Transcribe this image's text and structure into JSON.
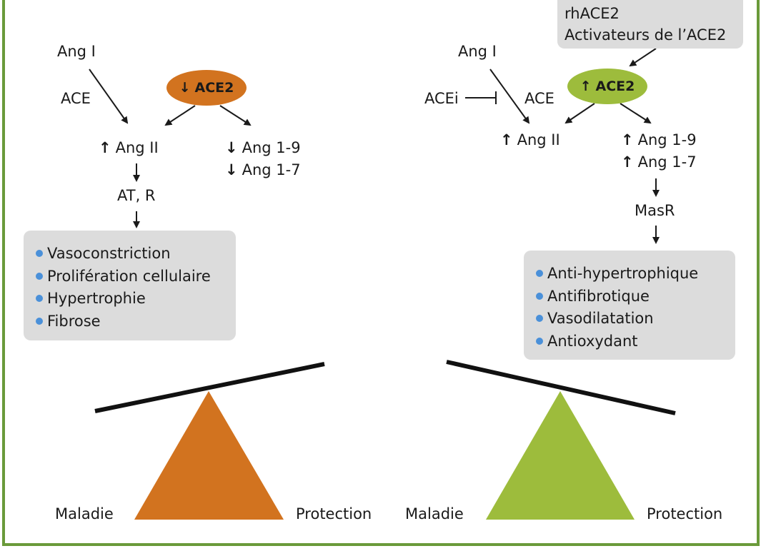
{
  "colors": {
    "frame": "#6a9a3a",
    "orange": "#d2731f",
    "green": "#9dbc3c",
    "box_bg": "#dcdcdc",
    "bullet": "#4a90d9"
  },
  "icons": {
    "up": "↑",
    "down": "↓"
  },
  "left": {
    "ang1": "Ang I",
    "ace": "ACE",
    "ace2": "ACE2",
    "ang2": "Ang II",
    "ang19": "Ang 1-9",
    "ang17": "Ang 1-7",
    "atr": "AT, R",
    "effects": [
      "Vasoconstriction",
      "Prolifération cellulaire",
      "Hypertrophie",
      "Fibrose"
    ],
    "balance": {
      "left_label": "Maladie",
      "right_label": "Protection"
    }
  },
  "right": {
    "top_box": [
      "rhACE2",
      "Activateurs de l’ACE2"
    ],
    "ang1": "Ang I",
    "acei": "ACEi",
    "ace": "ACE",
    "ace2": "ACE2",
    "ang2": "Ang II",
    "ang19": "Ang 1-9",
    "ang17": "Ang 1-7",
    "masr": "MasR",
    "effects": [
      "Anti-hypertrophique",
      "Antifibrotique",
      "Vasodilatation",
      "Antioxydant"
    ],
    "balance": {
      "left_label": "Maladie",
      "right_label": "Protection"
    }
  }
}
